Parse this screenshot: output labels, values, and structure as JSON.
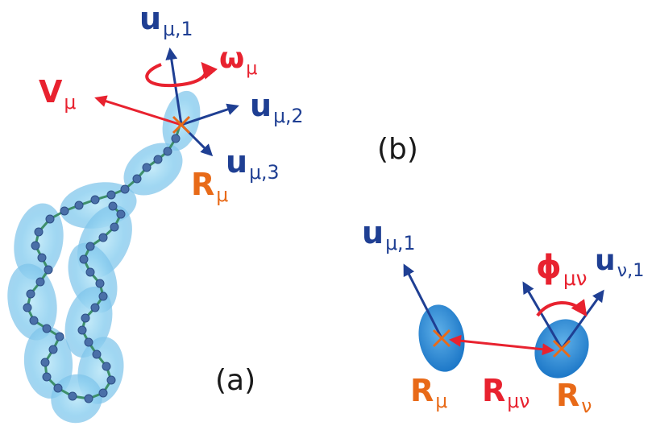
{
  "panel_a": {
    "label": "(a)",
    "u1": {
      "sym": "u",
      "sub": "μ,1"
    },
    "u2": {
      "sym": "u",
      "sub": "μ,2"
    },
    "u3": {
      "sym": "u",
      "sub": "μ,3"
    },
    "omega": {
      "sym": "ω",
      "sub": "μ"
    },
    "V": {
      "sym": "V",
      "sub": "μ"
    },
    "R": {
      "sym": "R",
      "sub": "μ"
    }
  },
  "panel_b": {
    "label": "(b)",
    "u_mu1": {
      "sym": "u",
      "sub": "μ,1"
    },
    "u_nu1": {
      "sym": "u",
      "sub": "ν,1"
    },
    "phi": {
      "sym": "ϕ",
      "sub": "μν"
    },
    "R_mu": {
      "sym": "R",
      "sub": "μ"
    },
    "R_munu": {
      "sym": "R",
      "sub": "μν"
    },
    "R_nu": {
      "sym": "R",
      "sub": "ν"
    }
  },
  "colors": {
    "blue": "#1f3f93",
    "red": "#e8222f",
    "orange": "#e86a18",
    "ellipse": "#8fd0f0",
    "bead": "#4a6fa8",
    "chain": "#3d8f6a"
  }
}
